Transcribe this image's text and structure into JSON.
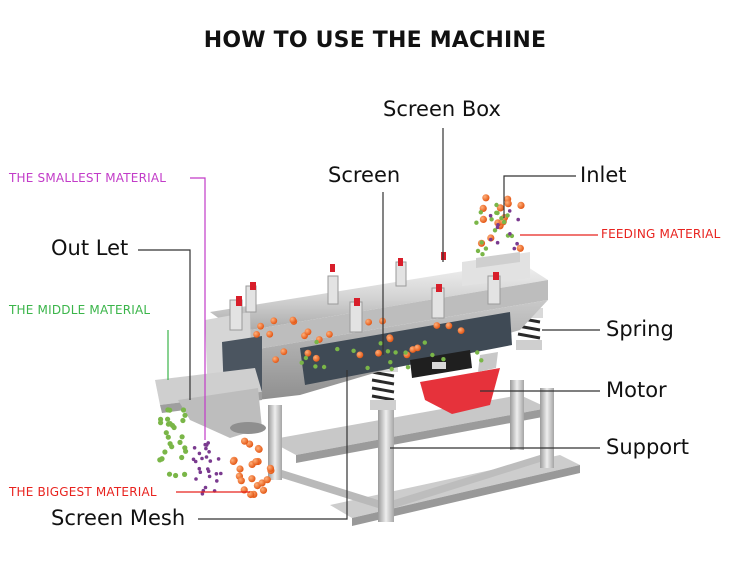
{
  "title": "HOW TO USE THE MACHINE",
  "labels": {
    "screen_box": "Screen Box",
    "screen": "Screen",
    "inlet": "Inlet",
    "feeding_material": "FEEDING MATERIAL",
    "smallest_material": "THE SMALLEST MATERIAL",
    "out_let": "Out Let",
    "middle_material": "THE MIDDLE MATERIAL",
    "spring": "Spring",
    "motor": "Motor",
    "support": "Support",
    "biggest_material": "THE BIGGEST MATERIAL",
    "screen_mesh": "Screen Mesh"
  },
  "colors": {
    "smallest": "#c23bc8",
    "middle": "#3bb54a",
    "biggest": "#e8231f",
    "feeding": "#e8231f",
    "particle_orange": "#ee6a1a",
    "particle_green": "#7ab648",
    "particle_purple": "#7a3a8f"
  }
}
